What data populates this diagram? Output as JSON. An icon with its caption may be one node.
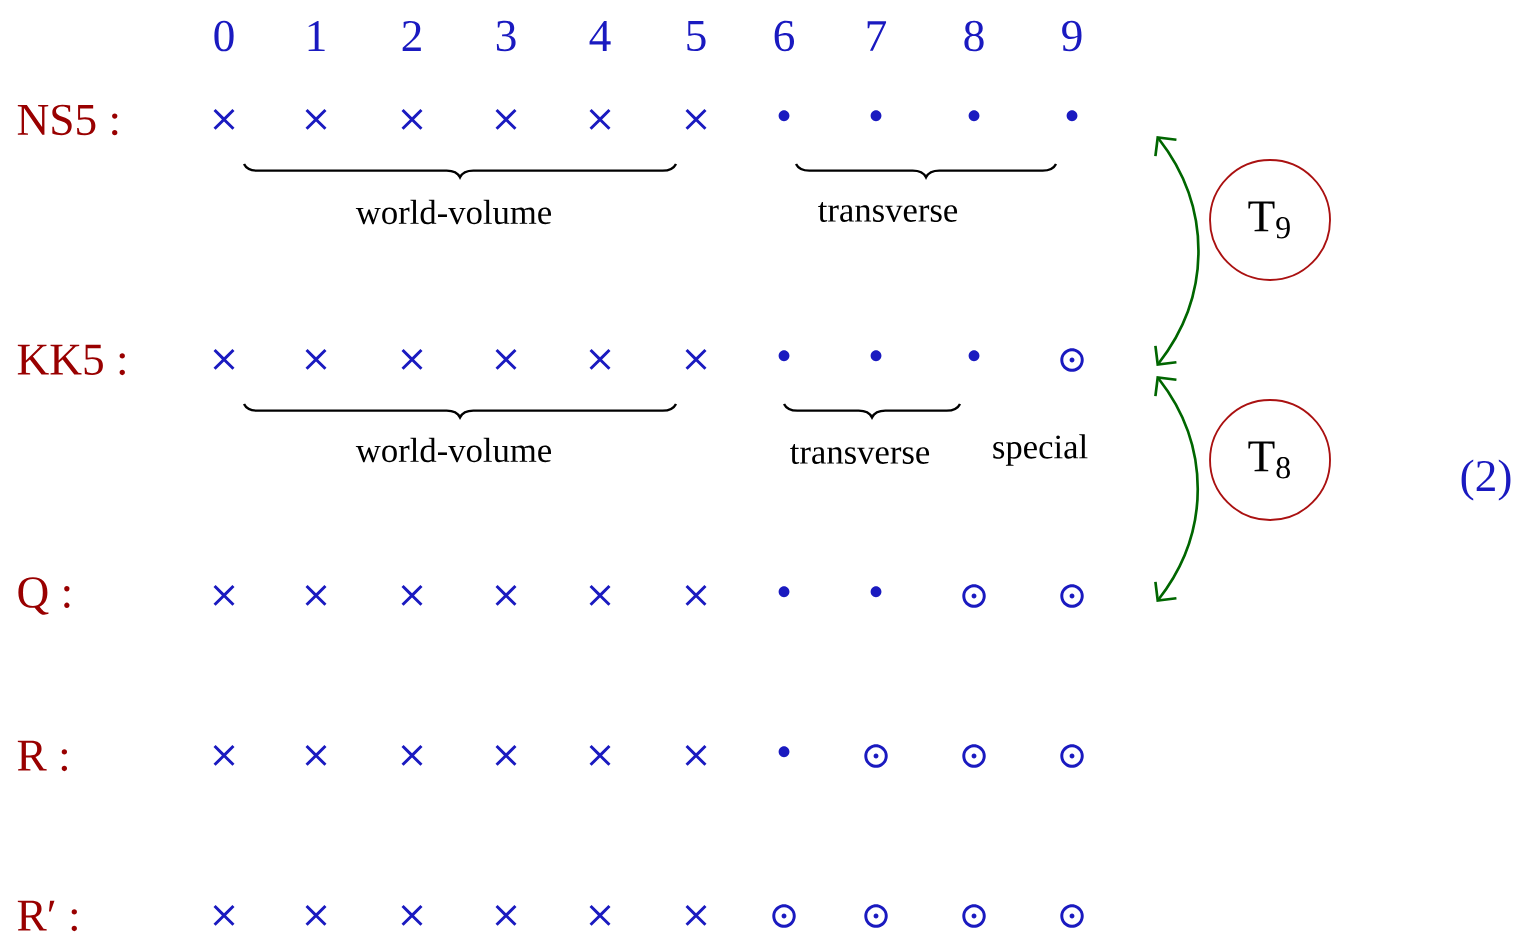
{
  "diagram": {
    "nodes": [
      {
        "text": [
          "NS5 :",
          "×",
          "×",
          "×",
          "×",
          "×",
          "×",
          "•",
          "•",
          "•",
          "•"
        ]
      },
      {
        "text": [
          "KK5 :",
          "×",
          "×",
          "×",
          "×",
          "×",
          "×",
          "•",
          "•",
          "•",
          "⊙"
        ]
      },
      {
        "text": [
          "Q :",
          "×",
          "×",
          "×",
          "×",
          "×",
          "×",
          "•",
          "•",
          "⊙",
          "⊙"
        ]
      },
      {
        "text": [
          "R :",
          "×",
          "×",
          "×",
          "×",
          "×",
          "×",
          "•",
          "⊙",
          "⊙",
          "⊙"
        ]
      },
      {
        "text": [
          "R′ :",
          "×",
          "×",
          "×",
          "×",
          "×",
          "×",
          "⊙",
          "⊙",
          "⊙",
          "⊙"
        ]
      }
    ],
    "edges": [
      {
        "from": 0,
        "to": 1,
        "arrow": "both",
        "label": "T$_{9}$"
      },
      {
        "from": 1,
        "to": 2,
        "arrow": "both",
        "label": "T$_{8}$"
      }
    ],
    "labels": [
      "0",
      "1",
      "2",
      "3",
      "4",
      "5",
      "6",
      "7",
      "8",
      "9",
      "world-volume",
      "transverse",
      "world-volume",
      "transverse",
      "special",
      "(2)"
    ]
  }
}
